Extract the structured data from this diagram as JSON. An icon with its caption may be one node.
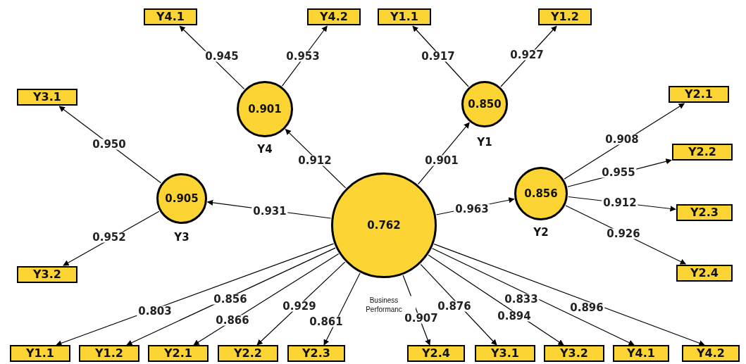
{
  "diagram": {
    "nodes": [
      {
        "text": [
          "Y4.1"
        ]
      },
      {
        "text": [
          "Y4.2"
        ]
      },
      {
        "text": [
          "Y1.1"
        ]
      },
      {
        "text": [
          "Y1.2"
        ]
      },
      {
        "text": [
          "Y3.1"
        ]
      },
      {
        "text": [
          "Y2.1"
        ]
      },
      {
        "text": [
          "0.901"
        ],
        "beside": [
          "Y4"
        ]
      },
      {
        "text": [
          "0.850"
        ],
        "beside": [
          "Y1"
        ]
      },
      {
        "text": [
          "Y2.2"
        ]
      },
      {
        "text": [
          "0.905"
        ],
        "beside": [
          "Y3"
        ]
      },
      {
        "text": [
          "0.856"
        ],
        "beside": [
          "Y2"
        ]
      },
      {
        "text": [
          "Y2.3"
        ]
      },
      {
        "text": [
          "0.762"
        ],
        "beside": [
          "Business Performanc"
        ]
      },
      {
        "text": [
          "Y3.2"
        ]
      },
      {
        "text": [
          "Y2.4"
        ]
      },
      {
        "text": [
          "Y1.1"
        ]
      },
      {
        "text": [
          "Y1.2"
        ]
      },
      {
        "text": [
          "Y2.1"
        ]
      },
      {
        "text": [
          "Y2.2"
        ]
      },
      {
        "text": [
          "Y2.3"
        ]
      },
      {
        "text": [
          "Y2.4"
        ]
      },
      {
        "text": [
          "Y3.1"
        ]
      },
      {
        "text": [
          "Y3.2"
        ]
      },
      {
        "text": [
          "Y4.1"
        ]
      },
      {
        "text": [
          "Y4.2"
        ]
      }
    ],
    "edges": [
      {
        "from": 6,
        "to": 0,
        "arrow": "to",
        "label": "0.945"
      },
      {
        "from": 6,
        "to": 1,
        "arrow": "to",
        "label": "0.953"
      },
      {
        "from": 7,
        "to": 2,
        "arrow": "to",
        "label": "0.917"
      },
      {
        "from": 7,
        "to": 3,
        "arrow": "to",
        "label": "0.927"
      },
      {
        "from": 9,
        "to": 4,
        "arrow": "to",
        "label": "0.950"
      },
      {
        "from": 9,
        "to": 13,
        "arrow": "to",
        "label": "0.952"
      },
      {
        "from": 12,
        "to": 6,
        "arrow": "to",
        "label": "0.912"
      },
      {
        "from": 12,
        "to": 7,
        "arrow": "to",
        "label": "0.901"
      },
      {
        "from": 12,
        "to": 9,
        "arrow": "to",
        "label": "0.931"
      },
      {
        "from": 12,
        "to": 10,
        "arrow": "to",
        "label": "0.963"
      },
      {
        "from": 10,
        "to": 5,
        "arrow": "to",
        "label": "0.908"
      },
      {
        "from": 10,
        "to": 8,
        "arrow": "to",
        "label": "0.955"
      },
      {
        "from": 10,
        "to": 11,
        "arrow": "to",
        "label": "0.912"
      },
      {
        "from": 10,
        "to": 14,
        "arrow": "to",
        "label": "0.926"
      },
      {
        "from": 12,
        "to": 15,
        "arrow": "to",
        "label": "0.803"
      },
      {
        "from": 12,
        "to": 16,
        "arrow": "to",
        "label": "0.856"
      },
      {
        "from": 12,
        "to": 17,
        "arrow": "to",
        "label": "0.866"
      },
      {
        "from": 12,
        "to": 18,
        "arrow": "to",
        "label": "0.929"
      },
      {
        "from": 12,
        "to": 19,
        "arrow": "to",
        "label": "0.861"
      },
      {
        "from": 12,
        "to": 20,
        "arrow": "to",
        "label": "0.907"
      },
      {
        "from": 12,
        "to": 21,
        "arrow": "to",
        "label": "0.876"
      },
      {
        "from": 12,
        "to": 22,
        "arrow": "to",
        "label": "0.894"
      },
      {
        "from": 12,
        "to": 23,
        "arrow": "to",
        "label": "0.833"
      },
      {
        "from": 12,
        "to": 24,
        "arrow": "to",
        "label": "0.896"
      }
    ]
  }
}
